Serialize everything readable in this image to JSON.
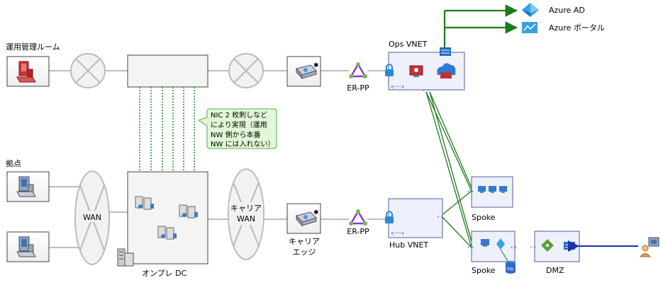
{
  "labels": {
    "azure_ad": "Azure AD",
    "azure_portal": "Azure ポータル",
    "ops_room": "運用管理ルーム",
    "ops_vnet": "Ops VNET",
    "er_pp_top": "ER-PP",
    "er_pp_bottom": "ER-PP",
    "hub_vnet": "Hub VNET",
    "site": "拠点",
    "wan": "WAN",
    "carrier_wan_1": "キャリア",
    "carrier_wan_2": "WAN",
    "carrier_edge_1": "キャリア",
    "carrier_edge_2": "エッジ",
    "onprem_dc": "オンプレ DC",
    "spoke_top": "Spoke",
    "spoke_bottom": "Spoke",
    "dmz": "DMZ",
    "sql": "SQL"
  },
  "callout": {
    "line1": "NIC 2 枚刺しなど",
    "line2": "により実現（運用",
    "line3": "NW 側から本番",
    "line4": "NW には入れない）"
  },
  "colors": {
    "green_link": "#1e7a1e",
    "blue_link": "#1f2fb0",
    "vnet_fill": "#eef0fb",
    "vnet_border": "#5a5a9a",
    "callout_fill": "#e2f7d6",
    "callout_border": "#4caf50",
    "er_purple": "#8a3fc9",
    "dotted_green": "#2e9a2e"
  }
}
